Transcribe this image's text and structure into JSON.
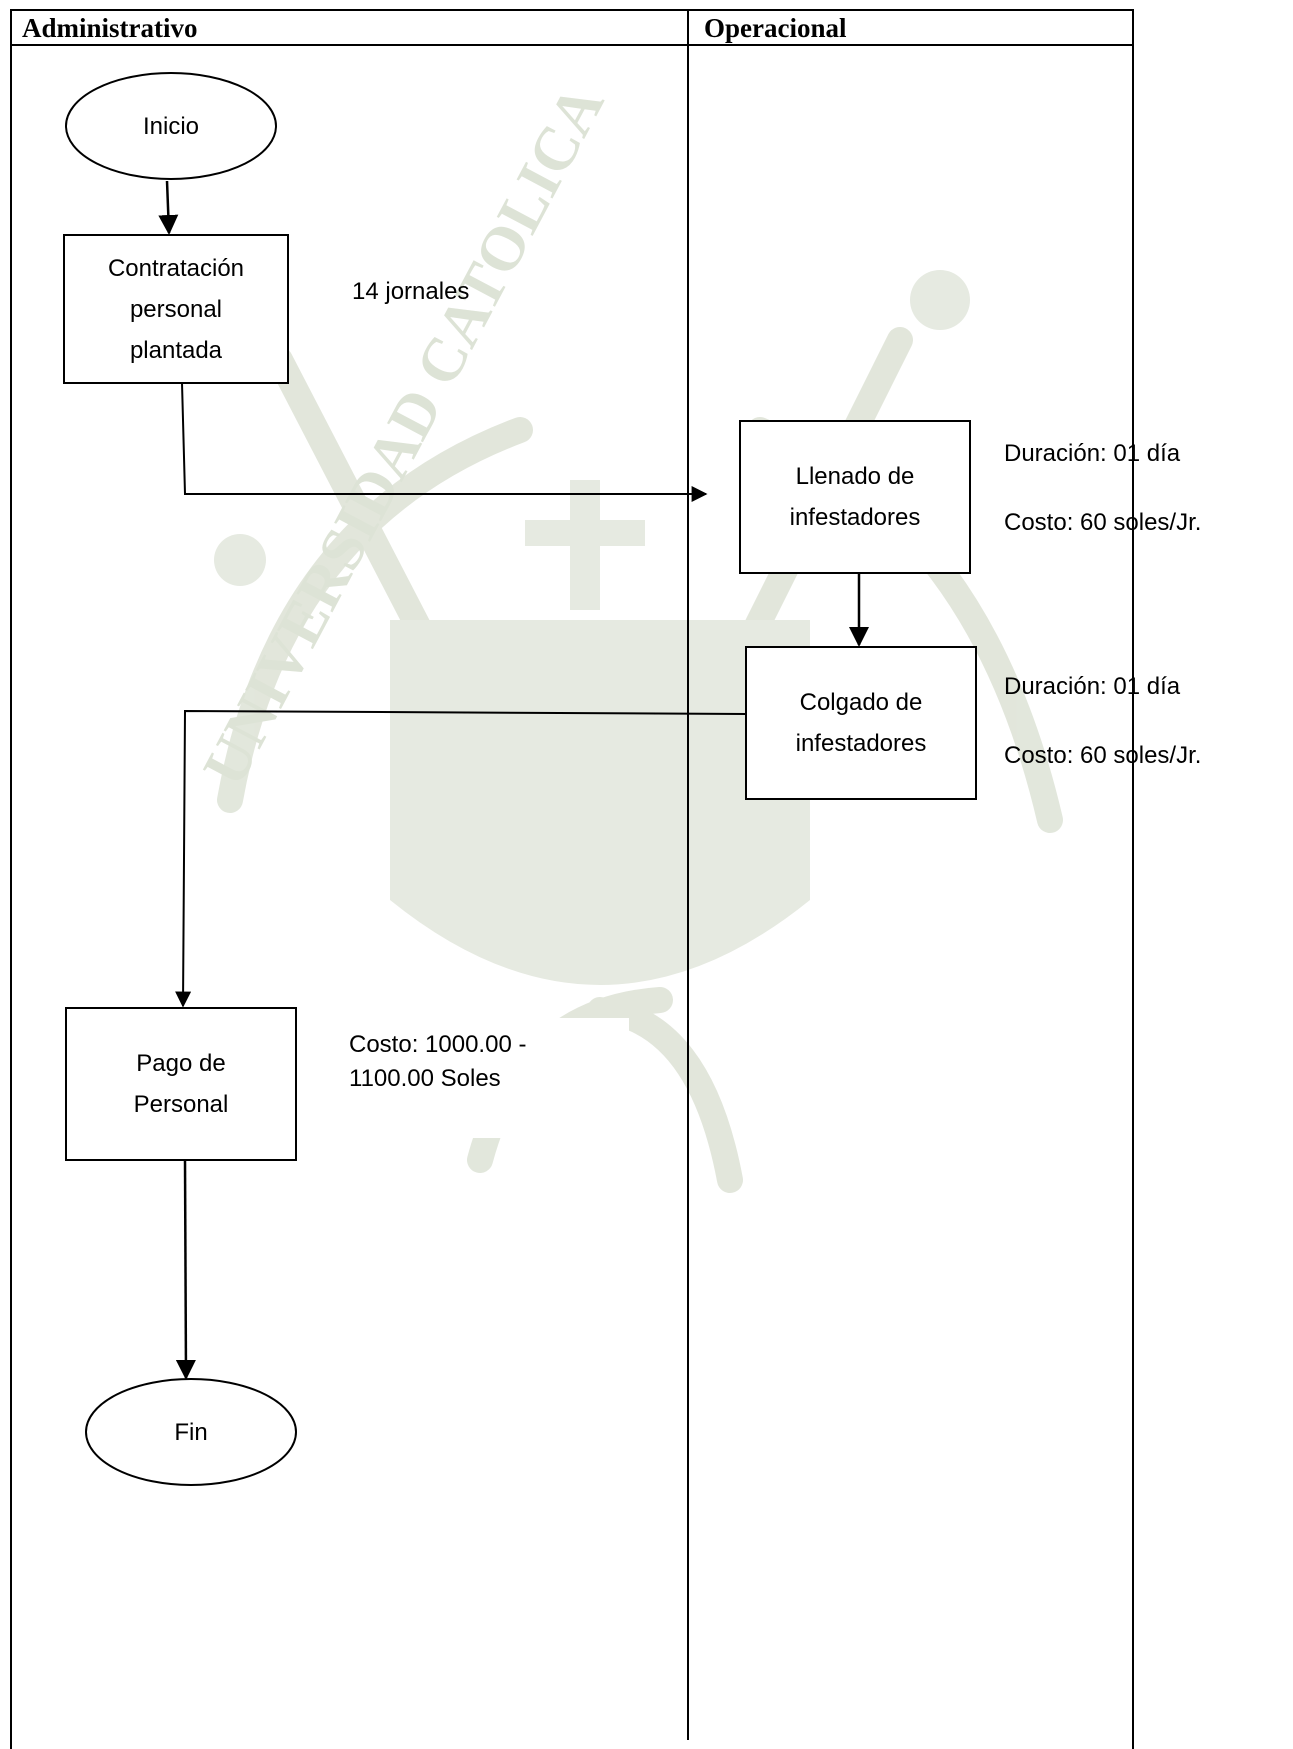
{
  "headers": {
    "administrative": "Administrativo",
    "operational": "Operacional"
  },
  "nodes": {
    "start": "Inicio",
    "hiring": "Contratación\npersonal\nplantada",
    "filling": "Llenado de\ninfestadores",
    "hanging": "Colgado de\ninfestadores",
    "payment": "Pago de\nPersonal",
    "end": "Fin"
  },
  "notes": {
    "hiring": "14 jornales",
    "filling_duration": "Duración: 01 día",
    "filling_cost": "Costo: 60 soles/Jr.",
    "hanging_duration": "Duración: 01 día",
    "hanging_cost": "Costo: 60 soles/Jr.",
    "payment_cost": "Costo: 1000.00 -\n1100.00 Soles"
  },
  "watermark": {
    "text": "UNIVERSIDAD CATOLICA",
    "color": "#c9d1bf"
  }
}
